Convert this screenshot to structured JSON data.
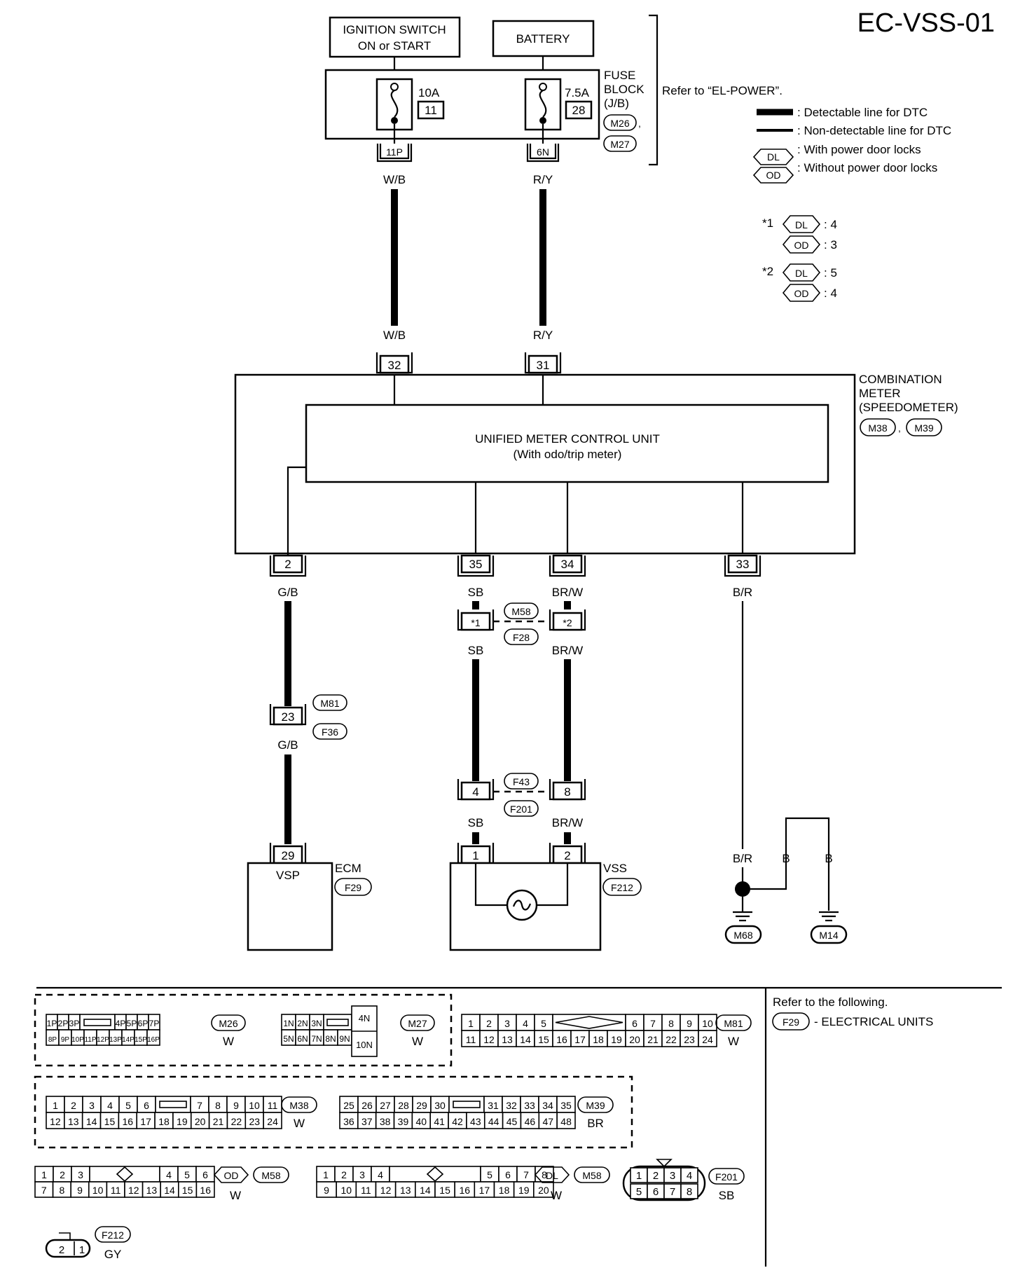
{
  "page_code": "EC-VSS-01",
  "sources": {
    "ignition": [
      "IGNITION SWITCH",
      "ON or START"
    ],
    "battery": "BATTERY"
  },
  "fuse_block": {
    "label": [
      "FUSE",
      "BLOCK",
      "(J/B)"
    ],
    "connectors": [
      "M26",
      "M27"
    ],
    "comma": ",",
    "refer": "Refer to “EL-POWER”.",
    "fuse1": {
      "rating": "10A",
      "number": "11",
      "terminal": "11P"
    },
    "fuse2": {
      "rating": "7.5A",
      "number": "28",
      "terminal": "6N"
    }
  },
  "legend": {
    "detectable": ": Detectable line for DTC",
    "non_detectable": ": Non-detectable line for DTC",
    "dl_tag": "DL",
    "dl_text": ": With power door locks",
    "od_tag": "OD",
    "od_text": ": Without power door locks"
  },
  "notes": {
    "n1": "*1",
    "n1_dl": ": 4",
    "n1_od": ": 3",
    "n2": "*2",
    "n2_dl": ": 5",
    "n2_od": ": 4"
  },
  "wires": {
    "wb": "W/B",
    "ry": "R/Y",
    "gb": "G/B",
    "sb": "SB",
    "brw": "BR/W",
    "br": "B/R",
    "b": "B"
  },
  "meter": {
    "label": [
      "COMBINATION",
      "METER",
      "(SPEEDOMETER)"
    ],
    "connectors": [
      "M38",
      "M39"
    ],
    "comma": ",",
    "unit_title": "UNIFIED METER CONTROL UNIT",
    "unit_sub": "(With odo/trip meter)",
    "pins": {
      "p32": "32",
      "p31": "31",
      "p2": "2",
      "p35": "35",
      "p34": "34",
      "p33": "33"
    }
  },
  "joints": {
    "j1_left": "*1",
    "j1_right": "*2",
    "j1_top": "M58",
    "j1_bottom": "F28",
    "m81": "M81",
    "f36": "F36",
    "pin23": "23",
    "f43": "F43",
    "f201": "F201",
    "pin4": "4",
    "pin8": "8"
  },
  "ecm": {
    "label": "ECM",
    "pin": "29",
    "signal": "VSP",
    "connector": "F29"
  },
  "vss": {
    "label": "VSS",
    "pin1": "1",
    "pin2": "2",
    "connector": "F212"
  },
  "grounds": {
    "g1": "M68",
    "g2": "M14"
  },
  "connector_views": {
    "refer": "Refer to the following.",
    "refer_item_tag": "F29",
    "refer_item": "- ELECTRICAL UNITS",
    "m26": {
      "id": "M26",
      "color": "W",
      "top": [
        "1P",
        "2P",
        "3P",
        "4P",
        "5P",
        "6P",
        "7P"
      ],
      "bottom": [
        "8P",
        "9P",
        "10P",
        "11P",
        "12P",
        "13P",
        "14P",
        "15P",
        "16P"
      ]
    },
    "m27": {
      "id": "M27",
      "color": "W",
      "top": [
        "1N",
        "2N",
        "3N"
      ],
      "bottom": [
        "5N",
        "6N",
        "7N",
        "8N",
        "9N"
      ],
      "side": [
        "4N",
        "10N"
      ]
    },
    "m81": {
      "id": "M81",
      "color": "W",
      "top": [
        "1",
        "2",
        "3",
        "4",
        "5",
        "6",
        "7",
        "8",
        "9",
        "10"
      ],
      "bottom": [
        "11",
        "12",
        "13",
        "14",
        "15",
        "16",
        "17",
        "18",
        "19",
        "20",
        "21",
        "22",
        "23",
        "24"
      ]
    },
    "m38": {
      "id": "M38",
      "color": "W",
      "top": [
        "1",
        "2",
        "3",
        "4",
        "5",
        "6",
        "7",
        "8",
        "9",
        "10",
        "11"
      ],
      "bottom": [
        "12",
        "13",
        "14",
        "15",
        "16",
        "17",
        "18",
        "19",
        "20",
        "21",
        "22",
        "23",
        "24"
      ]
    },
    "m39": {
      "id": "M39",
      "color": "BR",
      "top": [
        "25",
        "26",
        "27",
        "28",
        "29",
        "30",
        "31",
        "32",
        "33",
        "34",
        "35"
      ],
      "bottom": [
        "36",
        "37",
        "38",
        "39",
        "40",
        "41",
        "42",
        "43",
        "44",
        "45",
        "46",
        "47",
        "48"
      ]
    },
    "m58od": {
      "id": "M58",
      "tag": "OD",
      "color": "W",
      "top": [
        "1",
        "2",
        "3",
        "4",
        "5",
        "6"
      ],
      "bottom": [
        "7",
        "8",
        "9",
        "10",
        "11",
        "12",
        "13",
        "14",
        "15",
        "16"
      ]
    },
    "m58dl": {
      "id": "M58",
      "tag": "DL",
      "color": "W",
      "top": [
        "1",
        "2",
        "3",
        "4",
        "5",
        "6",
        "7",
        "8"
      ],
      "bottom": [
        "9",
        "10",
        "11",
        "12",
        "13",
        "14",
        "15",
        "16",
        "17",
        "18",
        "19",
        "20"
      ]
    },
    "f201": {
      "id": "F201",
      "color": "SB",
      "top": [
        "1",
        "2",
        "3",
        "4"
      ],
      "bottom": [
        "5",
        "6",
        "7",
        "8"
      ]
    },
    "f212": {
      "id": "F212",
      "color": "GY",
      "pins": [
        "2",
        "1"
      ]
    }
  }
}
